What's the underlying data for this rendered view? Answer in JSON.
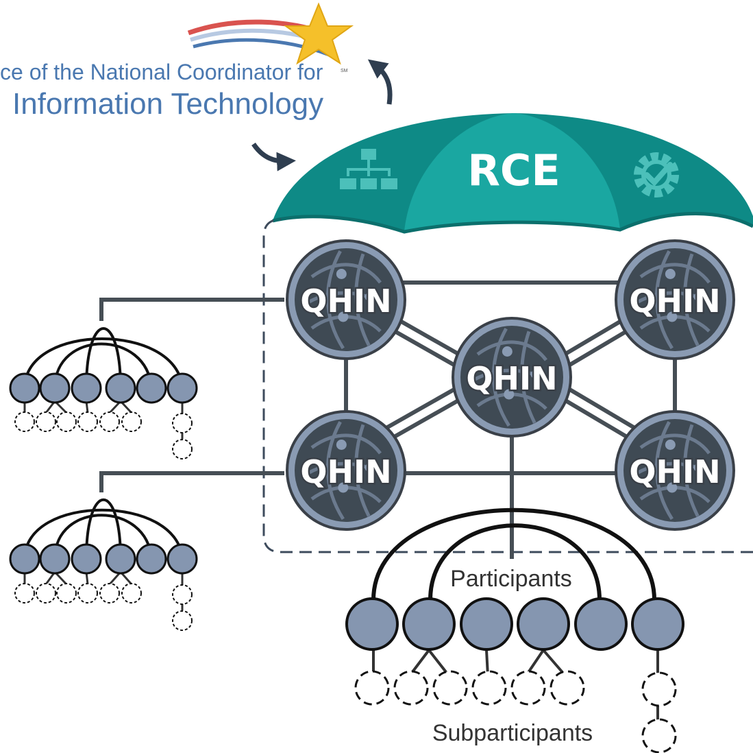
{
  "logo": {
    "line1": "ce of the National Coordinator for",
    "line2": "Information Technology",
    "trademark": "SM",
    "star_color": "#f5c02a",
    "swoosh_colors": [
      "#d9534f",
      "#9fb8d8",
      "#4a78b0"
    ]
  },
  "umbrella": {
    "label": "RCE",
    "color_dark": "#0e8a86",
    "color_light": "#1aa7a1",
    "icons": [
      "org-chart-icon",
      "gear-check-icon"
    ]
  },
  "network": {
    "node_label": "QHIN",
    "node_fill": "#3f4a54",
    "node_ring": "#8a9bb3",
    "line_color": "#464e55",
    "boundary_style": "dashed"
  },
  "participants_label": "Participants",
  "subparticipants_label": "Subparticipants",
  "colors": {
    "participant_fill": "#8596b0",
    "arrow": "#2f3e50"
  }
}
